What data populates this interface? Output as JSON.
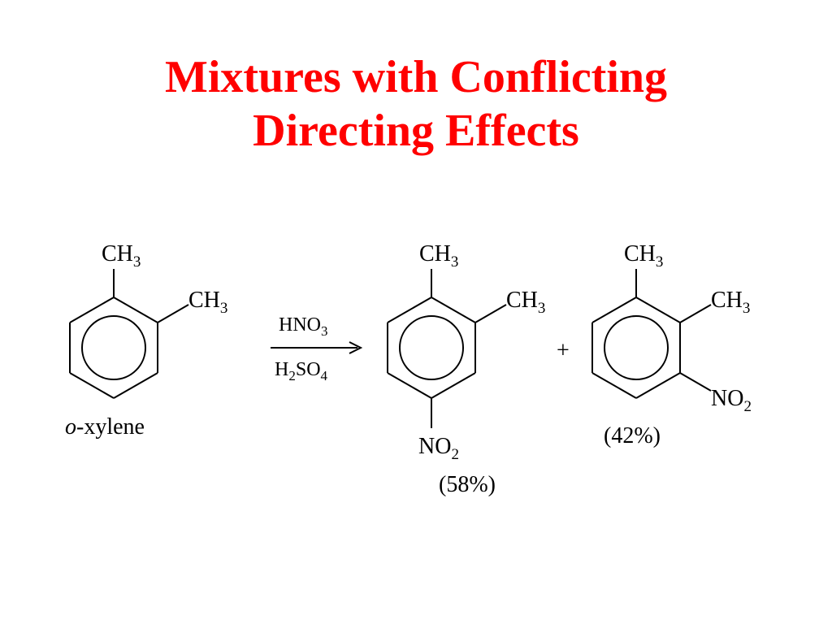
{
  "title": {
    "line1": "Mixtures with Conflicting",
    "line2": "Directing Effects"
  },
  "reactant": {
    "top_group": {
      "main": "CH",
      "sub": "3"
    },
    "side_group": {
      "main": "CH",
      "sub": "3"
    },
    "name_italic": "o",
    "name_rest": "-xylene"
  },
  "reagents": {
    "above": {
      "main": "HNO",
      "sub": "3"
    },
    "below": {
      "h": "H",
      "sub1": "2",
      "so": "SO",
      "sub2": "4"
    }
  },
  "product1": {
    "top_group": {
      "main": "CH",
      "sub": "3"
    },
    "side_group": {
      "main": "CH",
      "sub": "3"
    },
    "bottom_group": {
      "main": "NO",
      "sub": "2"
    },
    "yield": "(58%)"
  },
  "plus": "+",
  "product2": {
    "top_group": {
      "main": "CH",
      "sub": "3"
    },
    "side_group": {
      "main": "CH",
      "sub": "3"
    },
    "nitro_group": {
      "main": "NO",
      "sub": "2"
    },
    "yield": "(42%)"
  }
}
